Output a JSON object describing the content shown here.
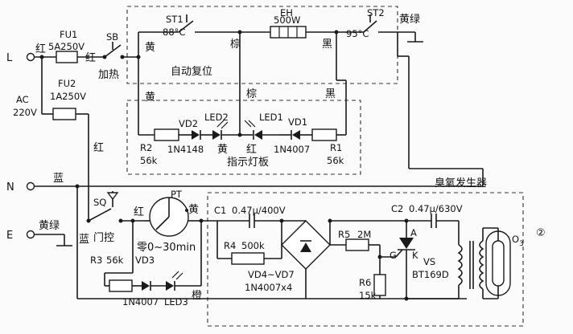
{
  "labels": {
    "terminal_L": "L",
    "terminal_N": "N",
    "terminal_E": "E",
    "ac": "AC",
    "ac_v": "220V",
    "fu1": "FU1",
    "fu1_v": "5A250V",
    "fu2": "FU2",
    "fu2_v": "1A250V",
    "sb": "SB",
    "heat": "加热",
    "red1": "红",
    "red_fu1": "红",
    "red_n": "红",
    "yellow_top": "黄",
    "yellow_mid": "黄",
    "st1": "ST1",
    "st1_t": "88°C",
    "eh": "EH",
    "eh_w": "500W",
    "st2": "ST2",
    "st2_t": "95°C",
    "yg_top": "黄绿",
    "brown_top": "棕",
    "brown_mid": "棕",
    "black_top": "黑",
    "black_mid": "黑",
    "auto_reset": "自动复位",
    "vd2": "VD2",
    "led2": "LED2",
    "led1": "LED1",
    "vd1": "VD1",
    "r2": "R2",
    "r2_v": "56k",
    "vd2_p": "1N4148",
    "yellow_led": "黄",
    "red_led": "红",
    "vd1_p": "1N4007",
    "r1": "R1",
    "r1_v": "56k",
    "indicator_board": "指示灯板",
    "blue_n": "蓝",
    "yg_e": "黄绿",
    "sq": "SQ",
    "door": "门控",
    "blue_e": "蓝",
    "pt": "PT",
    "red_pt": "红",
    "yellow_pt": "黄",
    "timer_range": "零0~30min",
    "r3": "R3",
    "r3_v": "56k",
    "vd3": "VD3",
    "vd3_p": "1N4007",
    "led3": "LED3",
    "orange": "橙",
    "c1": "C1",
    "c1_v": "0.47μ/400V",
    "r4": "R4",
    "r4_v": "500k",
    "vd47": "VD4~VD7",
    "vd47_p": "1N4007x4",
    "r5": "R5",
    "r5_v": "2M",
    "r6": "R6",
    "r6_v": "15k",
    "ozone_gen": "臭氧发生器",
    "c2": "C2",
    "c2_v": "0.47μ/630V",
    "pin_a": "A",
    "pin_g": "G",
    "pin_k": "K",
    "vs": "VS",
    "vs_p": "BT169D",
    "o3": "O",
    "o3_sub": "3",
    "fig_no": "②"
  }
}
